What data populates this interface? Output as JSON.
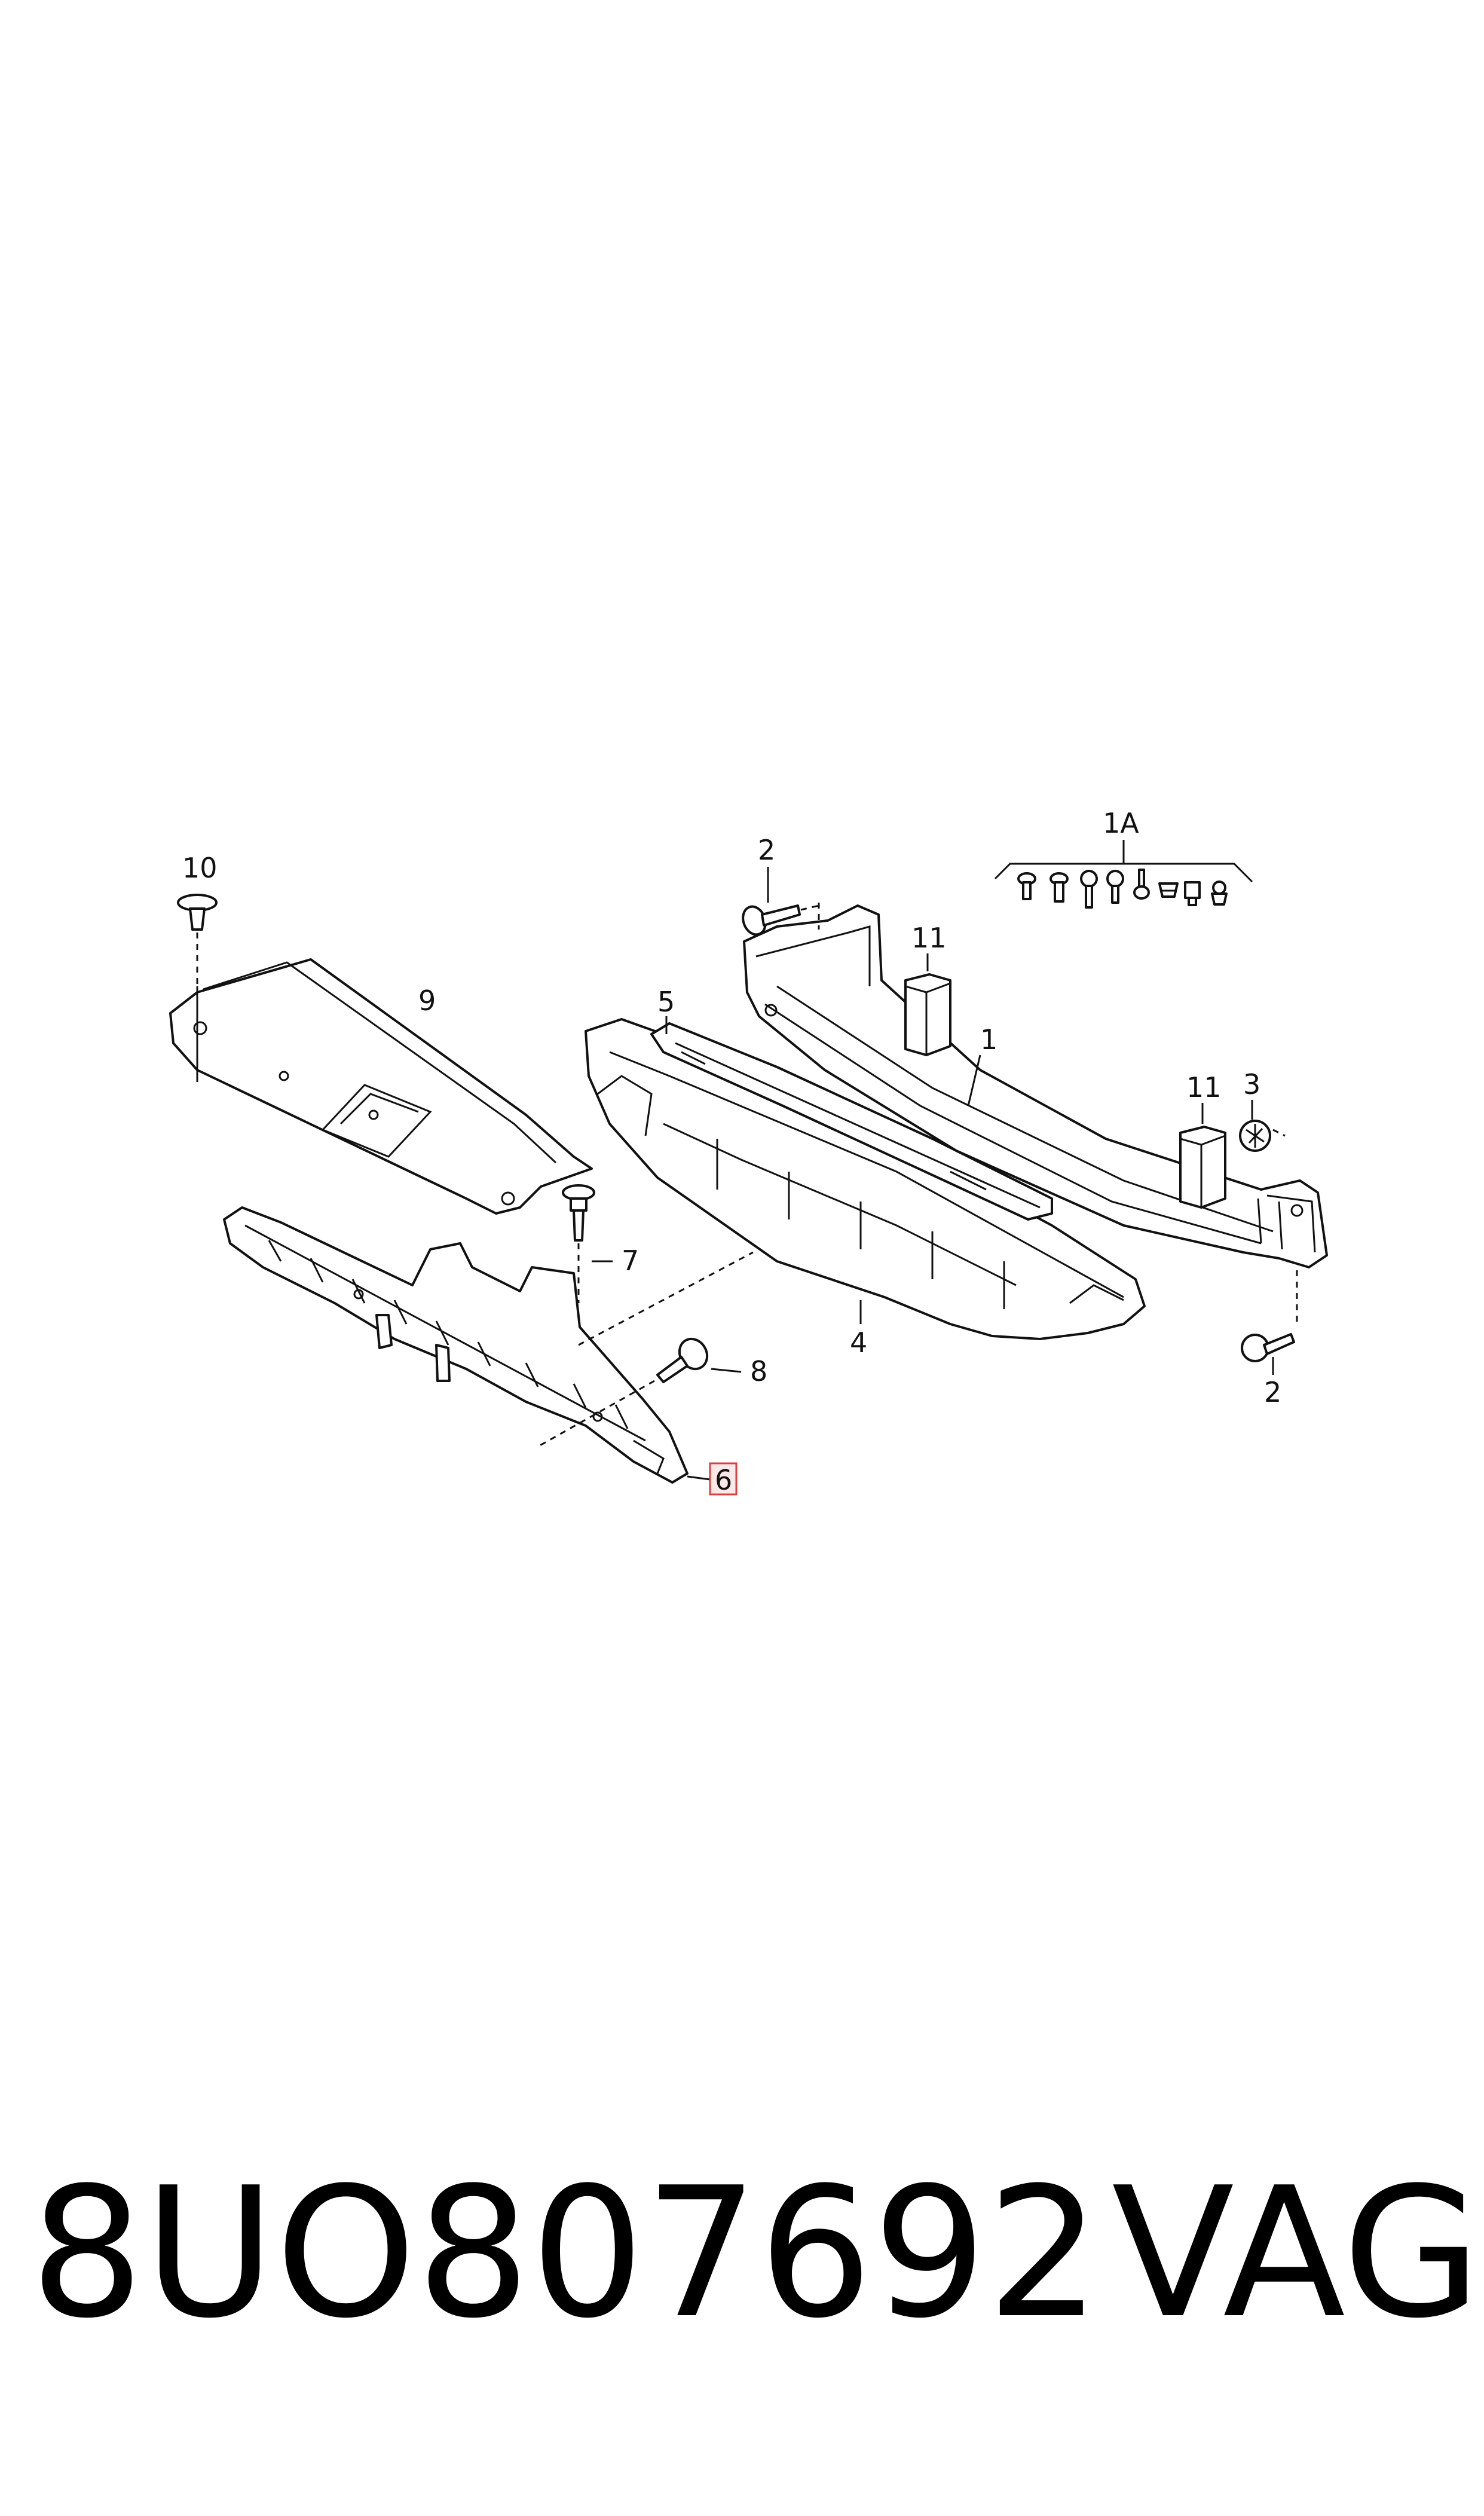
{
  "callouts": {
    "c1": "1",
    "c1a": "1A",
    "c2_top": "2",
    "c2_bottom": "2",
    "c3": "3",
    "c4": "4",
    "c5": "5",
    "c6": "6",
    "c7": "7",
    "c8": "8",
    "c9": "9",
    "c10": "10",
    "c11_left": "11",
    "c11_right": "11"
  },
  "caption": {
    "part_number": "8UO807692",
    "brand": "VAG"
  },
  "colors": {
    "highlight_border": "#d94040",
    "highlight_fill": "#fde8e8"
  }
}
